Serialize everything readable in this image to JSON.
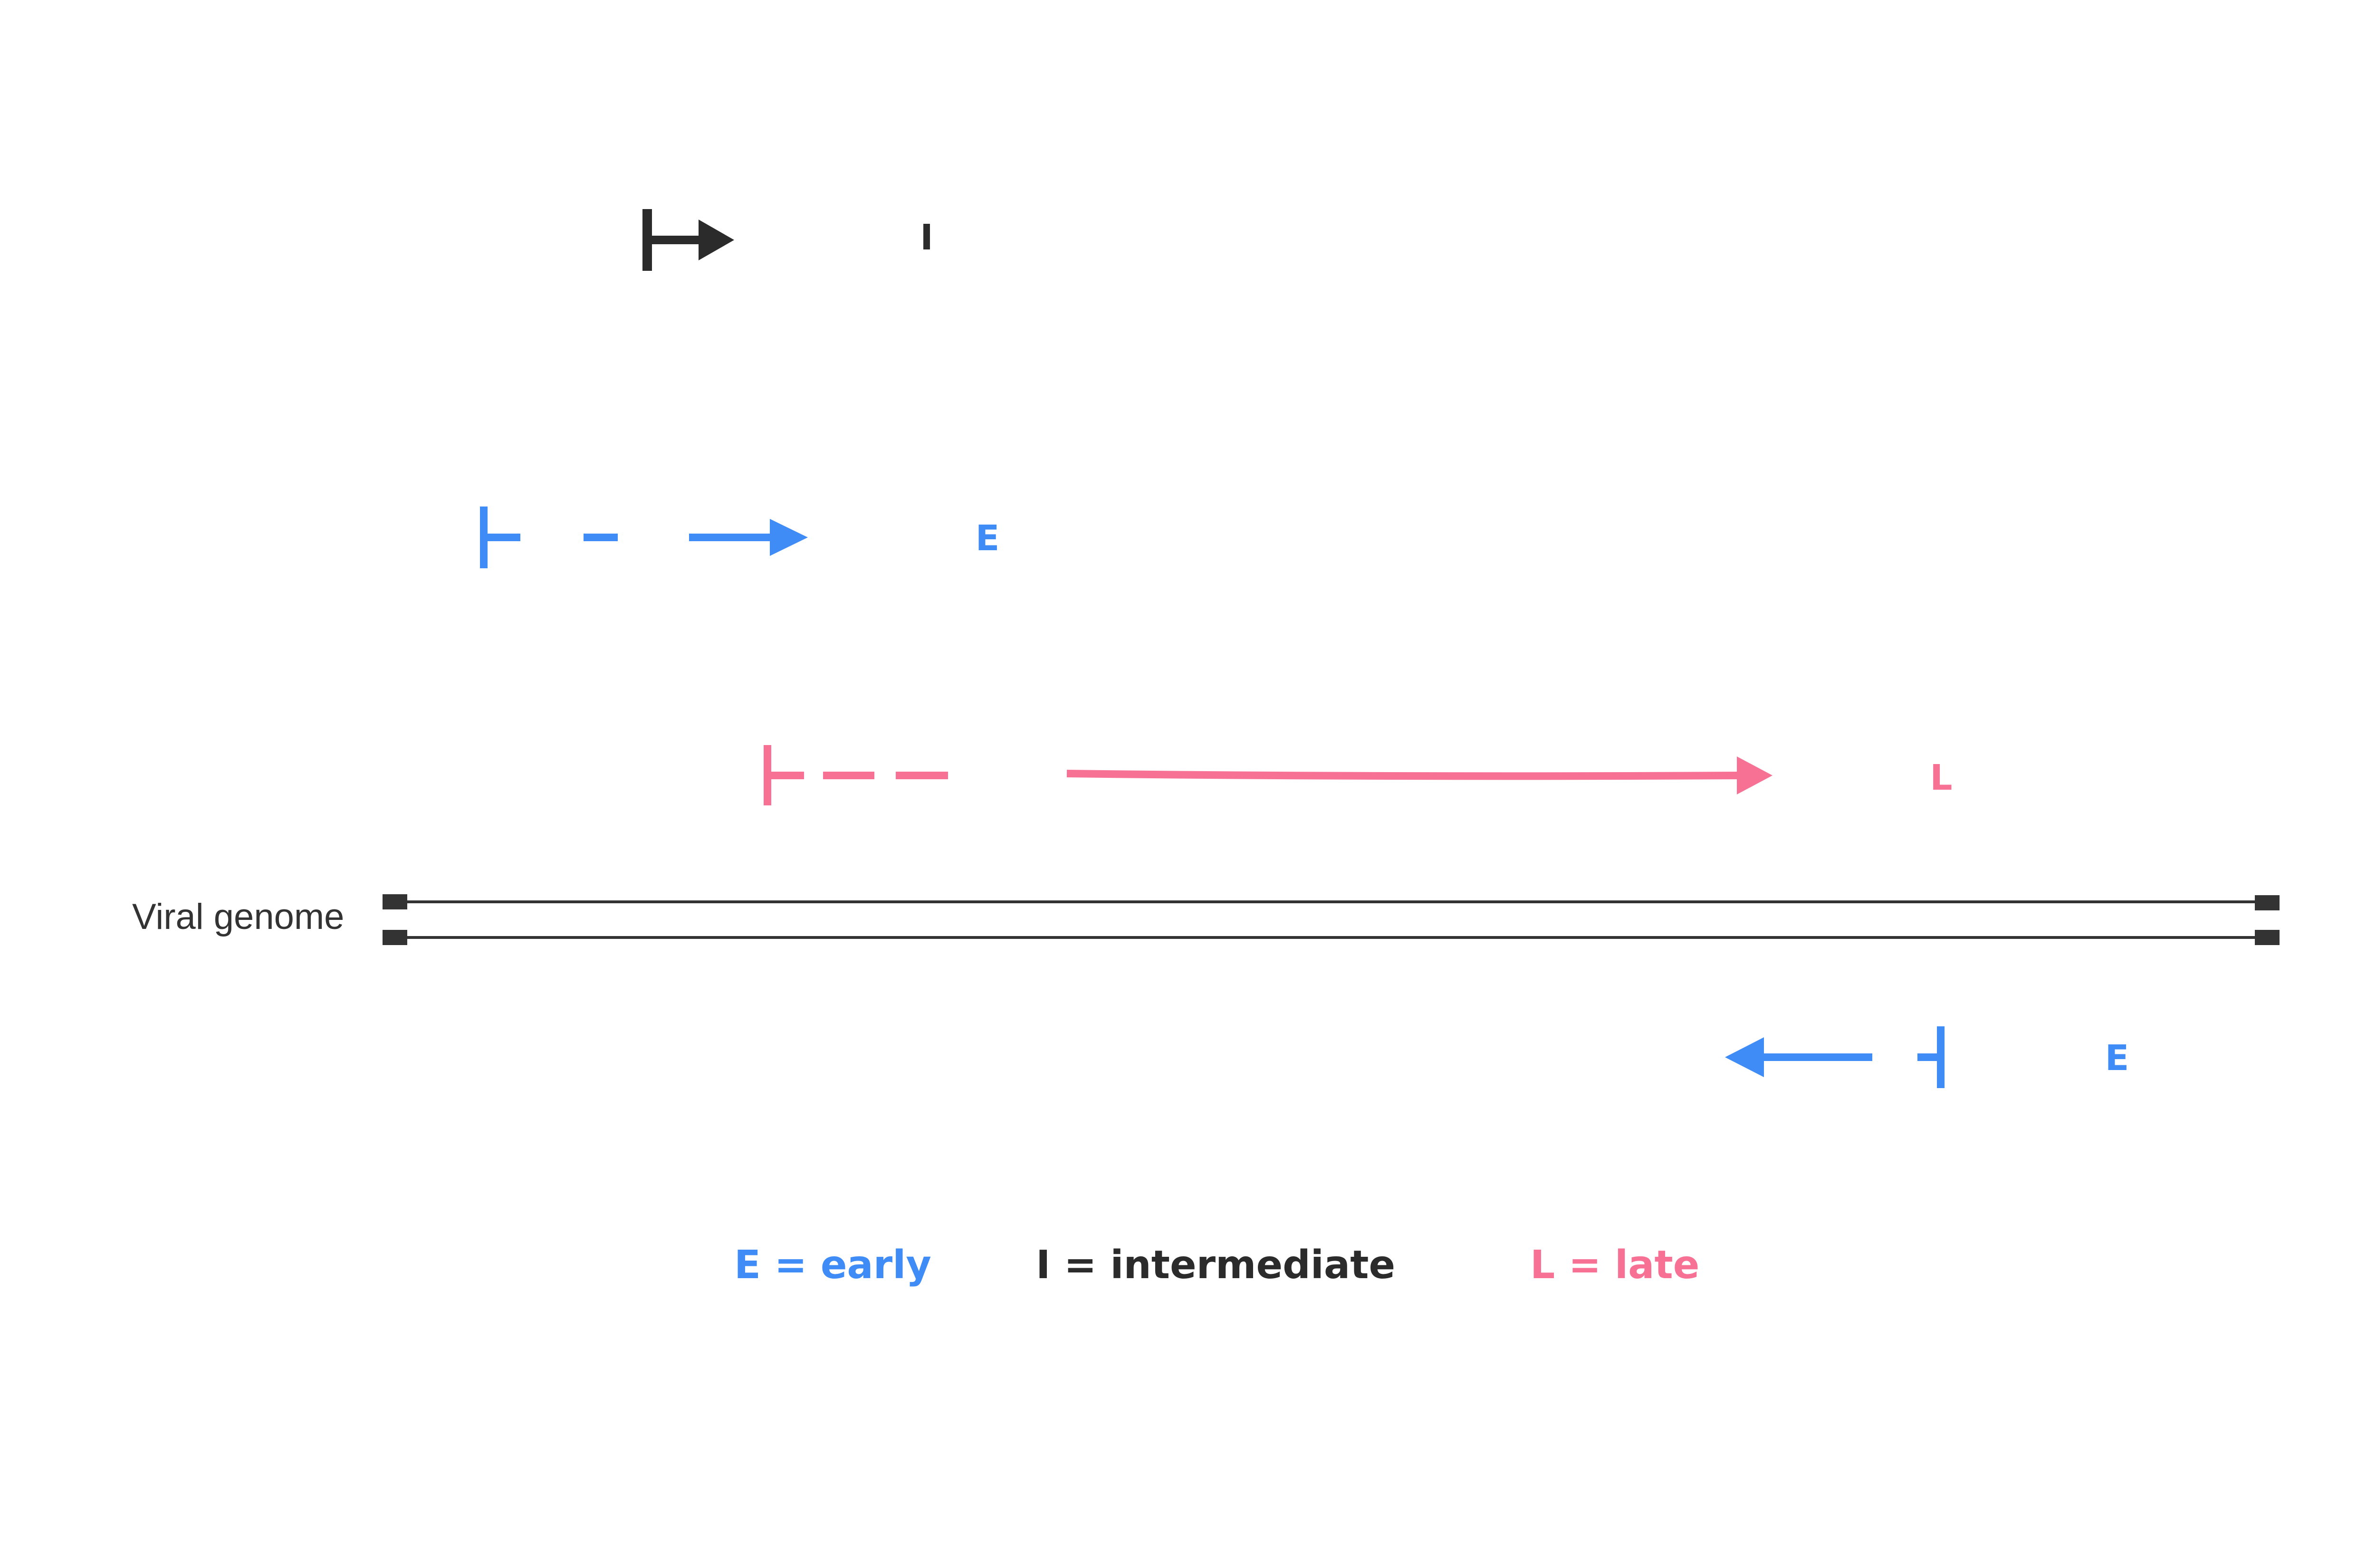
{
  "colors": {
    "early": "#3f8cf7",
    "intermediate": "#2b2b2b",
    "late": "#f77195",
    "genome": "#333333"
  },
  "genome": {
    "label": "Viral genome"
  },
  "genes": [
    {
      "id": "intermediate",
      "label": "I",
      "class": "intermediate",
      "direction": "right"
    },
    {
      "id": "early-1",
      "label": "E",
      "class": "early",
      "direction": "right"
    },
    {
      "id": "late",
      "label": "L",
      "class": "late",
      "direction": "right"
    },
    {
      "id": "early-2",
      "label": "E",
      "class": "early",
      "direction": "left"
    }
  ],
  "legend": {
    "early": "E = early",
    "intermediate": "I = intermediate",
    "late": "L = late"
  }
}
